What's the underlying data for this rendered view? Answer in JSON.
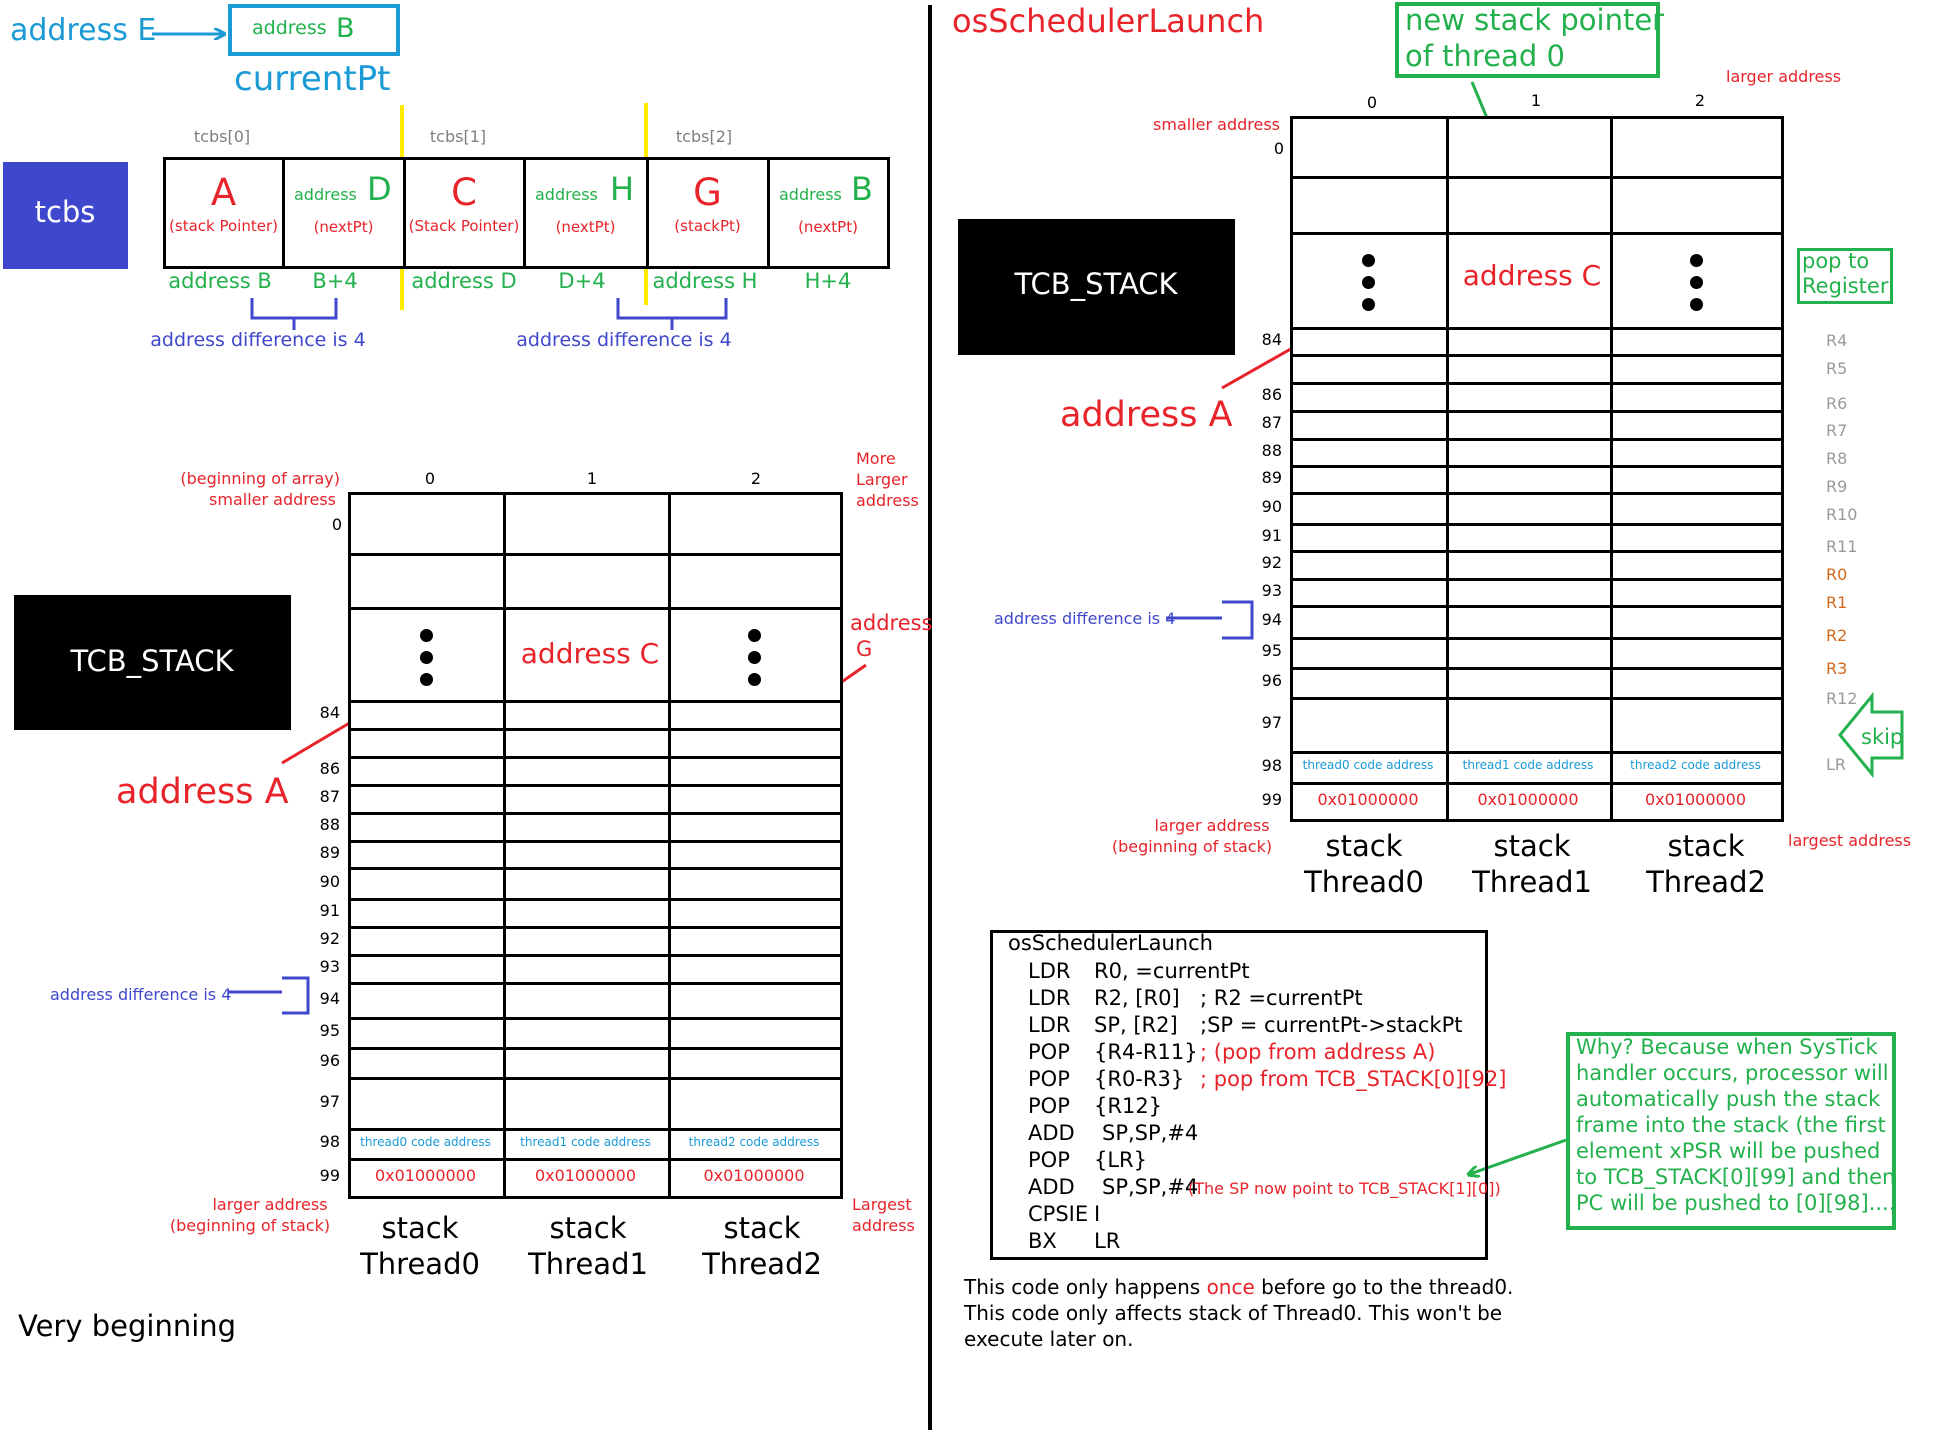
{
  "colors": {
    "red": "#e8232a",
    "green": "#22b14c",
    "blue": "#3f48cc",
    "cyan": "#1b9ad6",
    "orange": "#d2691e",
    "gray": "#9a9a9a",
    "yellow": "#ffee00",
    "black": "#000000"
  },
  "top": {
    "address_e": "address E",
    "address_b_small": "address",
    "address_b_letter": "B",
    "current_pt": "currentPt",
    "tcbs_label": "tcbs",
    "tcb_headers": [
      "tcbs[0]",
      "tcbs[1]",
      "tcbs[2]"
    ],
    "cells": [
      {
        "letter": "A",
        "sub": "(stack Pointer)",
        "prefix": ""
      },
      {
        "letter": "D",
        "sub": "(nextPt)",
        "prefix": "address"
      },
      {
        "letter": "C",
        "sub": "(Stack Pointer)",
        "prefix": ""
      },
      {
        "letter": "H",
        "sub": "(nextPt)",
        "prefix": "address"
      },
      {
        "letter": "G",
        "sub": "(stackPt)",
        "prefix": ""
      },
      {
        "letter": "B",
        "sub": "(nextPt)",
        "prefix": "address"
      }
    ],
    "below": [
      "address B",
      "B+4",
      "address D",
      "D+4",
      "address H",
      "H+4"
    ],
    "diff1": "address difference is 4",
    "diff2": "address difference is 4"
  },
  "left": {
    "beginning": "(beginning of array)",
    "smaller": "smaller address",
    "more": "More",
    "larger": "Larger",
    "address": "address",
    "cols": [
      "0",
      "1",
      "2"
    ],
    "row0": "0",
    "stack_label": "TCB_STACK",
    "address_c": "address C",
    "address_g1": "address",
    "address_g2": "G",
    "address_a": "address A",
    "rows": [
      "84",
      "86",
      "87",
      "88",
      "89",
      "90",
      "91",
      "92",
      "93",
      "94",
      "95",
      "96",
      "97",
      "98",
      "99"
    ],
    "diff": "address difference is 4",
    "code_addr": [
      "thread0 code address",
      "thread1 code address",
      "thread2 code address"
    ],
    "psr": [
      "0x01000000",
      "0x01000000",
      "0x01000000"
    ],
    "larger_addr": "larger address",
    "beginning_stack": "(beginning of stack)",
    "largest1": "Largest",
    "largest2": "address",
    "stack": "stack",
    "threads": [
      "Thread0",
      "Thread1",
      "Thread2"
    ],
    "caption": "Very beginning"
  },
  "right": {
    "title": "osSchedulerLaunch",
    "new_sp1": "new stack pointer",
    "new_sp2": "of thread 0",
    "larger": "larger address",
    "smaller": "smaller address",
    "cols": [
      "0",
      "1",
      "2"
    ],
    "row0": "0",
    "stack_label": "TCB_STACK",
    "address_c": "address C",
    "address_a": "address A",
    "pop1": "pop to",
    "pop2": "Register",
    "regs": [
      "R4",
      "R5",
      "R6",
      "R7",
      "R8",
      "R9",
      "R10",
      "R11",
      "R0",
      "R1",
      "R2",
      "R3",
      "R12",
      "LR"
    ],
    "rows": [
      "84",
      "86",
      "87",
      "88",
      "89",
      "90",
      "91",
      "92",
      "93",
      "94",
      "95",
      "96",
      "97",
      "98",
      "99"
    ],
    "diff": "address difference is 4",
    "skip": "skip",
    "code_addr": [
      "thread0 code address",
      "thread1 code address",
      "thread2 code address"
    ],
    "psr": [
      "0x01000000",
      "0x01000000",
      "0x01000000"
    ],
    "larger_addr": "larger address",
    "beginning_stack": "(beginning of stack)",
    "largest": "largest address",
    "stack": "stack",
    "threads": [
      "Thread0",
      "Thread1",
      "Thread2"
    ]
  },
  "code": {
    "title": "osSchedulerLaunch",
    "lines": [
      {
        "op": "LDR",
        "arg": "R0, =currentPt",
        "cm": "",
        "cmc": "black"
      },
      {
        "op": "LDR",
        "arg": "R2, [R0]",
        "cm": "; R2 =currentPt",
        "cmc": "black"
      },
      {
        "op": "LDR",
        "arg": "SP, [R2]",
        "cm": ";SP = currentPt->stackPt",
        "cmc": "black"
      },
      {
        "op": "POP",
        "arg": "{R4-R11}",
        "cm": "; (pop from address A)",
        "cmc": "red"
      },
      {
        "op": "POP",
        "arg": "{R0-R3}",
        "cm": "; pop from TCB_STACK[0][92]",
        "cmc": "red"
      },
      {
        "op": "POP",
        "arg": "{R12}",
        "cm": "",
        "cmc": "black"
      },
      {
        "op": "ADD",
        "arg": "SP,SP,#4",
        "cm": "",
        "cmc": "black"
      },
      {
        "op": "POP",
        "arg": "{LR}",
        "cm": "",
        "cmc": "black"
      },
      {
        "op": "ADD",
        "arg": "SP,SP,#4",
        "cm": "(The SP now point to TCB_STACK[1][0])",
        "cmc": "red"
      },
      {
        "op": "CPSIE",
        "arg": "I",
        "cm": "",
        "cmc": "black"
      },
      {
        "op": "BX",
        "arg": "LR",
        "cm": "",
        "cmc": "black"
      }
    ],
    "note1a": "This code only happens ",
    "note1b": "once",
    "note1c": " before go to the thread0.",
    "note2": "This code only affects stack of Thread0. This won't be",
    "note3": "execute later on."
  },
  "why": [
    "Why? Because when SysTick",
    "handler occurs, processor will",
    "automatically push the stack",
    "frame into the stack (the first",
    "element xPSR will be pushed",
    "to TCB_STACK[0][99] and then",
    "PC will be pushed to [0][98]...."
  ]
}
